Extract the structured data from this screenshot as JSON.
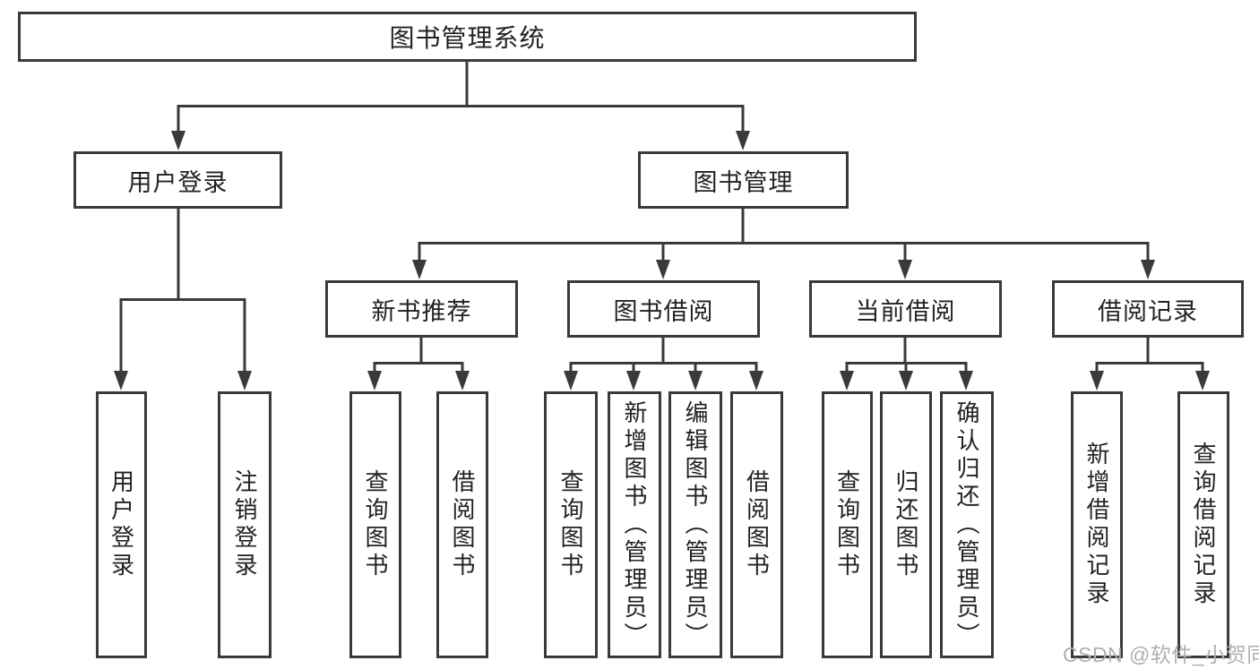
{
  "diagram": {
    "root": {
      "label": "图书管理系统"
    },
    "branches": [
      {
        "label": "用户登录",
        "children": [
          {
            "label": "用户登录"
          },
          {
            "label": "注销登录"
          }
        ]
      },
      {
        "label": "图书管理",
        "children": [
          {
            "label": "新书推荐",
            "children": [
              {
                "label": "查询图书"
              },
              {
                "label": "借阅图书"
              }
            ]
          },
          {
            "label": "图书借阅",
            "children": [
              {
                "label": "查询图书"
              },
              {
                "label": "新增图书（管理员）"
              },
              {
                "label": "编辑图书（管理员）"
              },
              {
                "label": "借阅图书"
              }
            ]
          },
          {
            "label": "当前借阅",
            "children": [
              {
                "label": "查询图书"
              },
              {
                "label": "归还图书"
              },
              {
                "label": "确认归还（管理员）"
              }
            ]
          },
          {
            "label": "借阅记录",
            "children": [
              {
                "label": "新增借阅记录"
              },
              {
                "label": "查询借阅记录"
              }
            ]
          }
        ]
      }
    ]
  },
  "watermark": {
    "text": "CSDN @软件_小贺同学"
  },
  "colors": {
    "line": "#3a3a3a",
    "box_background": "#ffffff",
    "text": "#222222",
    "watermark": "#b0b0b0"
  }
}
